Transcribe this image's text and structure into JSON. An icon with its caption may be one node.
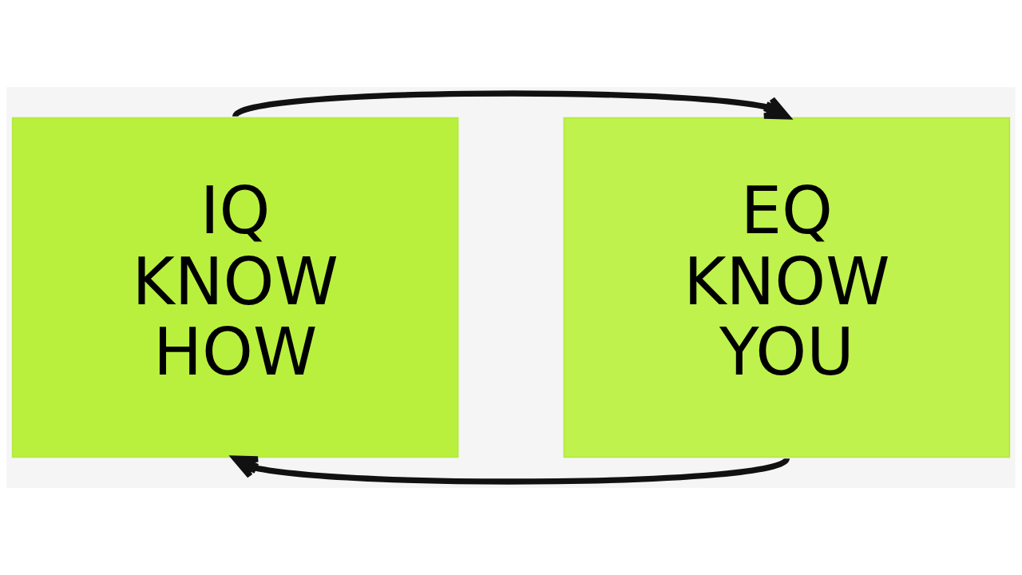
{
  "diagram": {
    "nodes": [
      {
        "text": [
          "IQ KNOW HOW"
        ]
      },
      {
        "text": [
          "EQ KNOW YOU"
        ]
      }
    ],
    "edges": [
      {
        "from": 0,
        "to": 1,
        "arrow": "to"
      },
      {
        "from": 1,
        "to": 0,
        "arrow": "to"
      }
    ]
  }
}
